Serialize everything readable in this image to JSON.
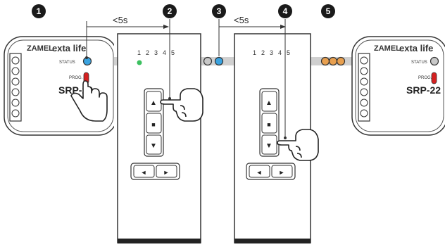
{
  "steps": [
    "1",
    "2",
    "3",
    "4",
    "5"
  ],
  "timings": {
    "first": "<5s",
    "second": "<5s"
  },
  "receivers": {
    "left": {
      "brand": "ZAMEL",
      "line": "exta life",
      "status_label": "STATUS",
      "prog_label": "PROG.",
      "model": "SRP-22"
    },
    "right": {
      "brand": "ZAMEL",
      "line": "exta life",
      "status_label": "STATUS",
      "prog_label": "PROG.",
      "model": "SRP-22"
    }
  },
  "remotes": {
    "left": {
      "channels": [
        "1",
        "2",
        "3",
        "4",
        "5"
      ]
    },
    "right": {
      "channels": [
        "1",
        "2",
        "3",
        "4",
        "5"
      ]
    }
  },
  "buttons": {
    "up": "▲",
    "stop": "■",
    "down": "▼",
    "left": "◄",
    "right": "►"
  },
  "colors": {
    "status_led_on": "#3aa3e0",
    "remote_led_green": "#3cc060",
    "prog_button": "#d42020",
    "led_orange": "#e8a050",
    "step_badge": "#1a1a1a"
  }
}
